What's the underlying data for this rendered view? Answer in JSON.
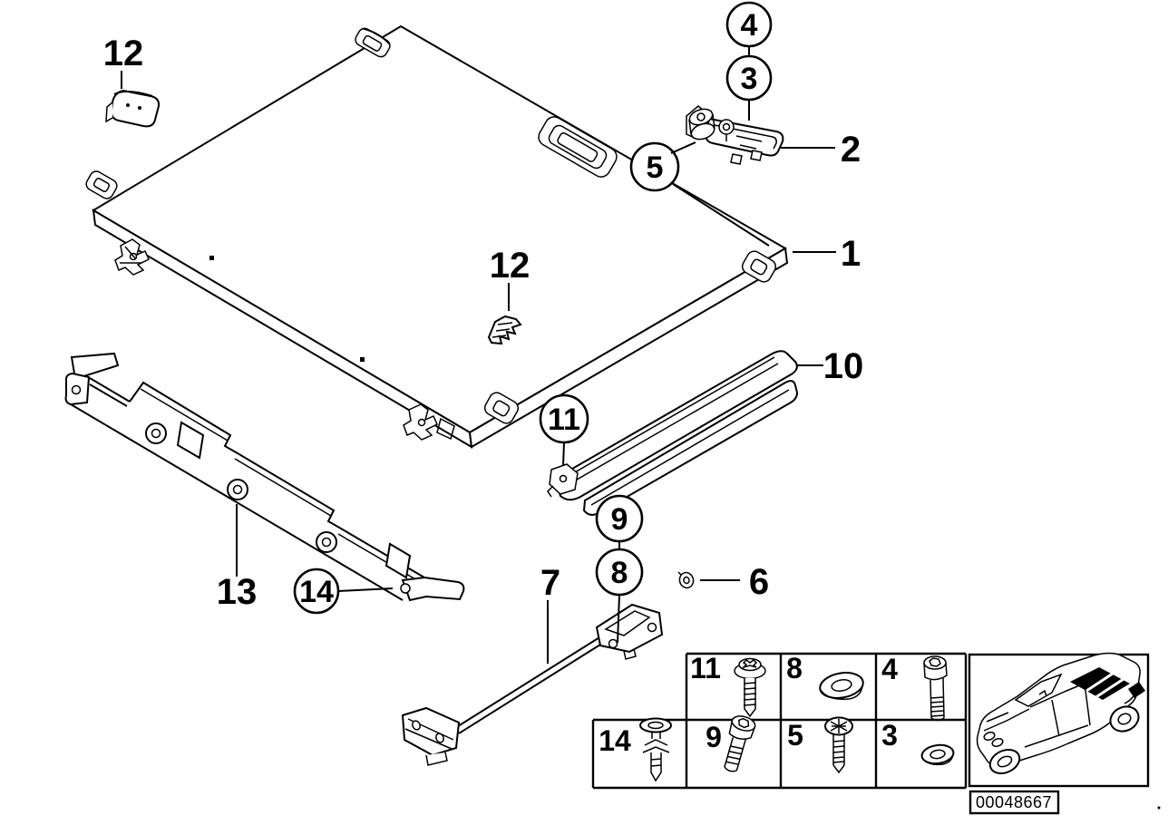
{
  "diagram": {
    "image_number": "00048667",
    "style": {
      "line_color": "#000000",
      "background": "#ffffff"
    }
  },
  "callouts": {
    "c12_top": {
      "label": "12",
      "circled": false
    },
    "c4": {
      "label": "4",
      "circled": true
    },
    "c3": {
      "label": "3",
      "circled": true
    },
    "c2": {
      "label": "2",
      "circled": false
    },
    "c5": {
      "label": "5",
      "circled": true
    },
    "c1": {
      "label": "1",
      "circled": false
    },
    "c12_mid": {
      "label": "12",
      "circled": false
    },
    "c10": {
      "label": "10",
      "circled": false
    },
    "c11": {
      "label": "11",
      "circled": true
    },
    "c9": {
      "label": "9",
      "circled": true
    },
    "c8": {
      "label": "8",
      "circled": true
    },
    "c6": {
      "label": "6",
      "circled": false
    },
    "c7": {
      "label": "7",
      "circled": false
    },
    "c13": {
      "label": "13",
      "circled": false
    },
    "c14": {
      "label": "14",
      "circled": true
    }
  },
  "legend": {
    "row1": [
      {
        "num": "11",
        "icon": "torx-screw"
      },
      {
        "num": "8",
        "icon": "flat-washer"
      },
      {
        "num": "4",
        "icon": "socket-head-screw-long"
      }
    ],
    "row2": [
      {
        "num": "14",
        "icon": "expansion-rivet"
      },
      {
        "num": "9",
        "icon": "socket-head-screw-short"
      },
      {
        "num": "5",
        "icon": "phillips-screw"
      },
      {
        "num": "3",
        "icon": "small-washer"
      }
    ]
  }
}
